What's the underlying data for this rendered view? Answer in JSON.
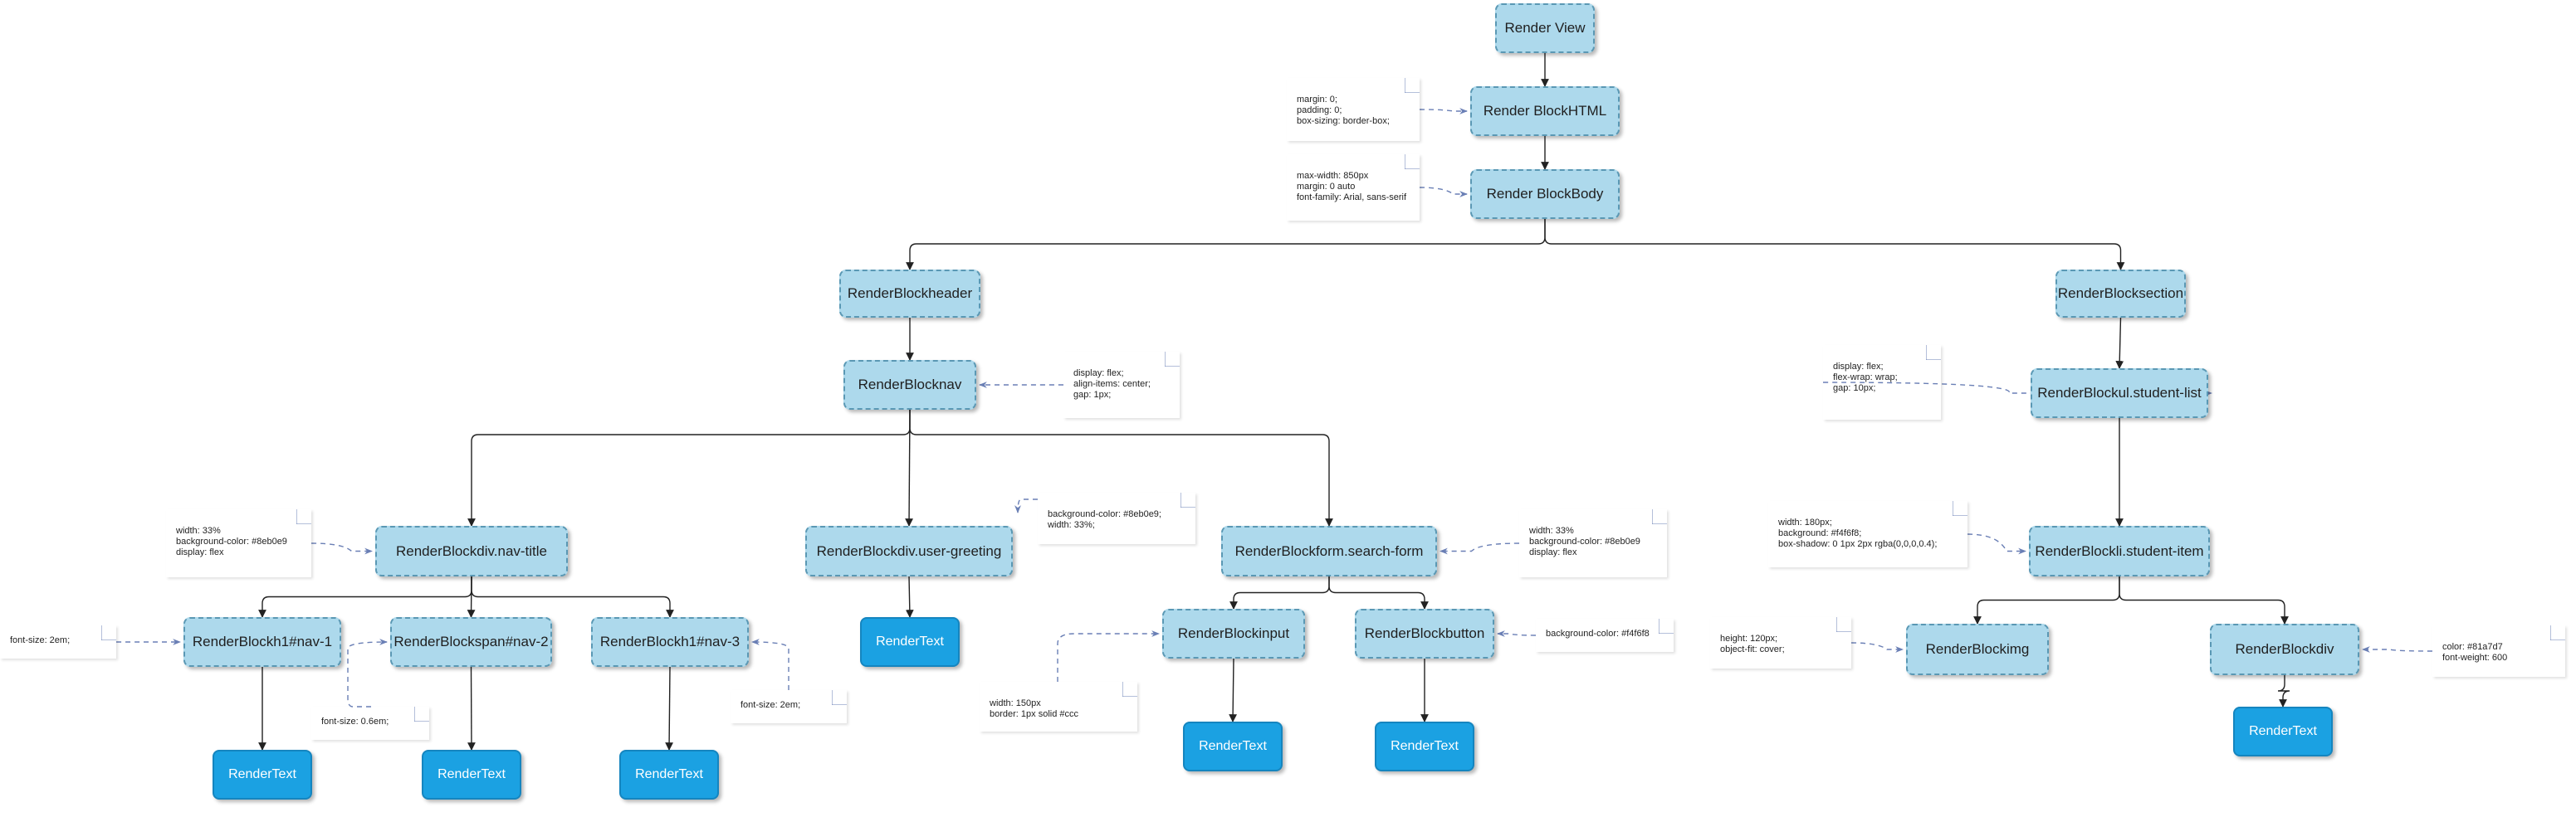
{
  "diagram": {
    "title": "",
    "colors": {
      "render_block_fill": "#add9ec",
      "render_block_border": "#5a98b4",
      "render_text_fill": "#1ba1e2",
      "edge": "#222222",
      "note_link": "#6a7fb5"
    },
    "nodes": [
      {
        "id": "view",
        "label": "Render View",
        "kind": "block"
      },
      {
        "id": "html",
        "label": "Render BlockHTML",
        "kind": "block"
      },
      {
        "id": "body",
        "label": "Render BlockBody",
        "kind": "block"
      },
      {
        "id": "header",
        "label": "RenderBlockheader",
        "kind": "block"
      },
      {
        "id": "section",
        "label": "RenderBlocksection",
        "kind": "block"
      },
      {
        "id": "nav",
        "label": "RenderBlocknav",
        "kind": "block"
      },
      {
        "id": "ul",
        "label": "RenderBlockul.student-list",
        "kind": "block"
      },
      {
        "id": "navtitle",
        "label": "RenderBlockdiv.nav-title",
        "kind": "block"
      },
      {
        "id": "greeting",
        "label": "RenderBlockdiv.user-greeting",
        "kind": "block"
      },
      {
        "id": "form",
        "label": "RenderBlockform.search-form",
        "kind": "block"
      },
      {
        "id": "li",
        "label": "RenderBlockli.student-item",
        "kind": "block"
      },
      {
        "id": "h1a",
        "label": "RenderBlockh1#nav-1",
        "kind": "block"
      },
      {
        "id": "span2",
        "label": "RenderBlockspan#nav-2",
        "kind": "block"
      },
      {
        "id": "h1c",
        "label": "RenderBlockh1#nav-3",
        "kind": "block"
      },
      {
        "id": "greettext",
        "label": "RenderText",
        "kind": "text"
      },
      {
        "id": "input",
        "label": "RenderBlockinput",
        "kind": "block"
      },
      {
        "id": "button",
        "label": "RenderBlockbutton",
        "kind": "block"
      },
      {
        "id": "img",
        "label": "RenderBlockimg",
        "kind": "block"
      },
      {
        "id": "divli",
        "label": "RenderBlockdiv",
        "kind": "block"
      },
      {
        "id": "t1",
        "label": "RenderText",
        "kind": "text"
      },
      {
        "id": "t2",
        "label": "RenderText",
        "kind": "text"
      },
      {
        "id": "t3",
        "label": "RenderText",
        "kind": "text"
      },
      {
        "id": "inputtext",
        "label": "RenderText",
        "kind": "text"
      },
      {
        "id": "buttontext",
        "label": "RenderText",
        "kind": "text"
      },
      {
        "id": "divtext",
        "label": "RenderText",
        "kind": "text"
      }
    ],
    "edges": [
      [
        "view",
        "html"
      ],
      [
        "html",
        "body"
      ],
      [
        "body",
        "header"
      ],
      [
        "body",
        "section"
      ],
      [
        "header",
        "nav"
      ],
      [
        "section",
        "ul"
      ],
      [
        "ul",
        "li"
      ],
      [
        "nav",
        "navtitle"
      ],
      [
        "nav",
        "greeting"
      ],
      [
        "nav",
        "form"
      ],
      [
        "navtitle",
        "h1a"
      ],
      [
        "navtitle",
        "span2"
      ],
      [
        "navtitle",
        "h1c"
      ],
      [
        "greeting",
        "greettext"
      ],
      [
        "form",
        "input"
      ],
      [
        "form",
        "button"
      ],
      [
        "li",
        "img"
      ],
      [
        "li",
        "divli"
      ],
      [
        "h1a",
        "t1"
      ],
      [
        "span2",
        "t2"
      ],
      [
        "h1c",
        "t3"
      ],
      [
        "input",
        "inputtext"
      ],
      [
        "button",
        "buttontext"
      ],
      [
        "divli",
        "divtext"
      ]
    ],
    "notes": [
      {
        "id": "n_html",
        "target": "html",
        "lines": [
          "margin: 0;",
          "padding: 0;",
          "box-sizing: border-box;"
        ]
      },
      {
        "id": "n_body",
        "target": "body",
        "lines": [
          "max-width: 850px",
          "margin: 0 auto",
          "font-family: Arial, sans-serif"
        ]
      },
      {
        "id": "n_nav",
        "target": "nav",
        "lines": [
          "display: flex;",
          "align-items: center;",
          "gap: 1px;"
        ]
      },
      {
        "id": "n_ul",
        "target": "ul",
        "lines": [
          "display: flex;",
          "flex-wrap: wrap;",
          "gap: 10px;"
        ]
      },
      {
        "id": "n_navtitle",
        "target": "navtitle",
        "lines": [
          "width: 33%",
          "background-color: #8eb0e9",
          "display: flex"
        ]
      },
      {
        "id": "n_greeting",
        "target": "greeting",
        "lines": [
          "background-color: #8eb0e9;",
          "width: 33%;"
        ]
      },
      {
        "id": "n_form",
        "target": "form",
        "lines": [
          "width: 33%",
          "background-color: #8eb0e9",
          "display: flex"
        ]
      },
      {
        "id": "n_li",
        "target": "li",
        "lines": [
          "width: 180px;",
          "background: #f4f6f8;",
          "box-shadow: 0 1px 2px rgba(0,0,0,0.4);"
        ]
      },
      {
        "id": "n_h1a",
        "target": "h1a",
        "lines": [
          "font-size: 2em;"
        ]
      },
      {
        "id": "n_span2",
        "target": "span2",
        "lines": [
          "font-size: 0.6em;"
        ]
      },
      {
        "id": "n_h1c",
        "target": "h1c",
        "lines": [
          "font-size: 2em;"
        ]
      },
      {
        "id": "n_input",
        "target": "input",
        "lines": [
          "width: 150px",
          "border: 1px solid #ccc"
        ]
      },
      {
        "id": "n_button",
        "target": "button",
        "lines": [
          "background-color: #f4f6f8"
        ]
      },
      {
        "id": "n_img",
        "target": "img",
        "lines": [
          "height: 120px;",
          "object-fit: cover;"
        ]
      },
      {
        "id": "n_divli",
        "target": "divli",
        "lines": [
          "color: #81a7d7",
          "font-weight: 600"
        ]
      }
    ]
  }
}
